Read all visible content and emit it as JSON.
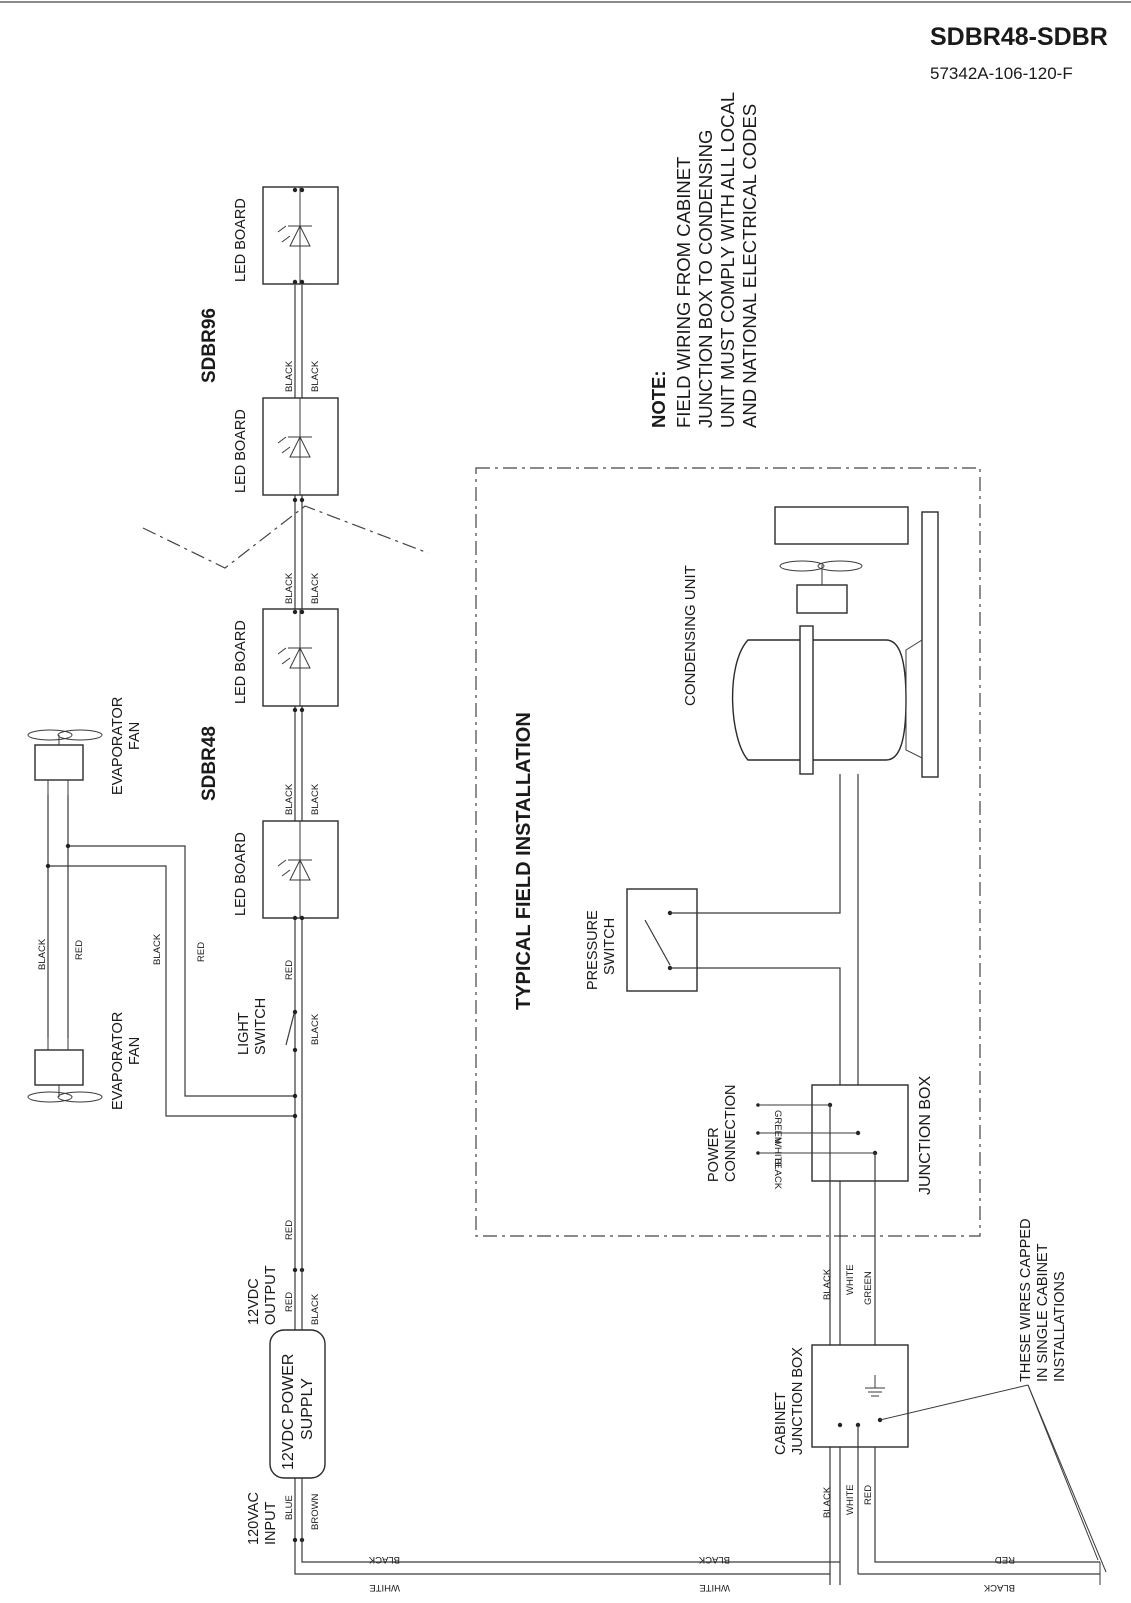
{
  "header": {
    "title": "SDBR48-SDBR",
    "subtitle": "57342A-106-120-F"
  },
  "note": {
    "heading": "NOTE:",
    "lines": [
      "FIELD WIRING FROM CABINET",
      "JUNCTION BOX TO CONDENSING",
      "UNIT MUST COMPLY WITH ALL LOCAL",
      "AND NATIONAL ELECTRICAL CODES"
    ]
  },
  "models": {
    "sdbr96": "SDBR96",
    "sdbr48": "SDBR48"
  },
  "components": {
    "led_board": "LED BOARD",
    "evaporator_fan_l1": "EVAPORATOR",
    "evaporator_fan_l2": "FAN",
    "light_switch_l1": "LIGHT",
    "light_switch_l2": "SWITCH",
    "power_supply_l1": "12VDC POWER",
    "power_supply_l2": "SUPPLY",
    "output_l1": "12VDC",
    "output_l2": "OUTPUT",
    "input_l1": "120VAC",
    "input_l2": "INPUT",
    "field_installation": "TYPICAL FIELD INSTALLATION",
    "condensing_unit": "CONDENSING UNIT",
    "pressure_switch_l1": "PRESSURE",
    "pressure_switch_l2": "SWITCH",
    "power_connection_l1": "POWER",
    "power_connection_l2": "CONNECTION",
    "junction_box": "JUNCTION BOX",
    "cabinet_junction_l1": "CABINET",
    "cabinet_junction_l2": "JUNCTION BOX",
    "capped_l1": "THESE WIRES CAPPED",
    "capped_l2": "IN SINGLE CABINET",
    "capped_l3": "INSTALLATIONS"
  },
  "wires": {
    "black": "BLACK",
    "red": "RED",
    "white": "WHITE",
    "green": "GREEN",
    "blue": "BLUE",
    "brown": "BROWN"
  }
}
